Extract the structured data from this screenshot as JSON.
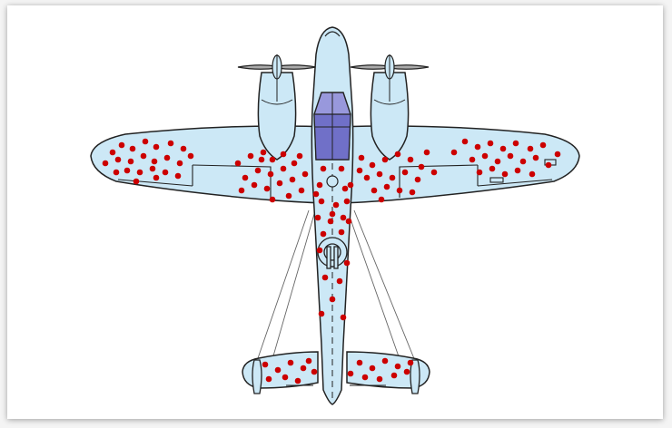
{
  "diagram": {
    "colors": {
      "background": "#ffffff",
      "aircraft_fill": "#cce8f6",
      "outline": "#222222",
      "cockpit": "#7070c8",
      "cockpit_light": "#9898dc",
      "hit_marker": "#cc0000",
      "bracing_wire": "#666666"
    },
    "icons": {
      "aircraft": "bomber-aircraft-icon",
      "propeller": "propeller-icon",
      "hit": "bullet-hole-dot-icon"
    },
    "marked_regions": [
      "left-wing",
      "right-wing",
      "fuselage",
      "tail-plane"
    ]
  }
}
